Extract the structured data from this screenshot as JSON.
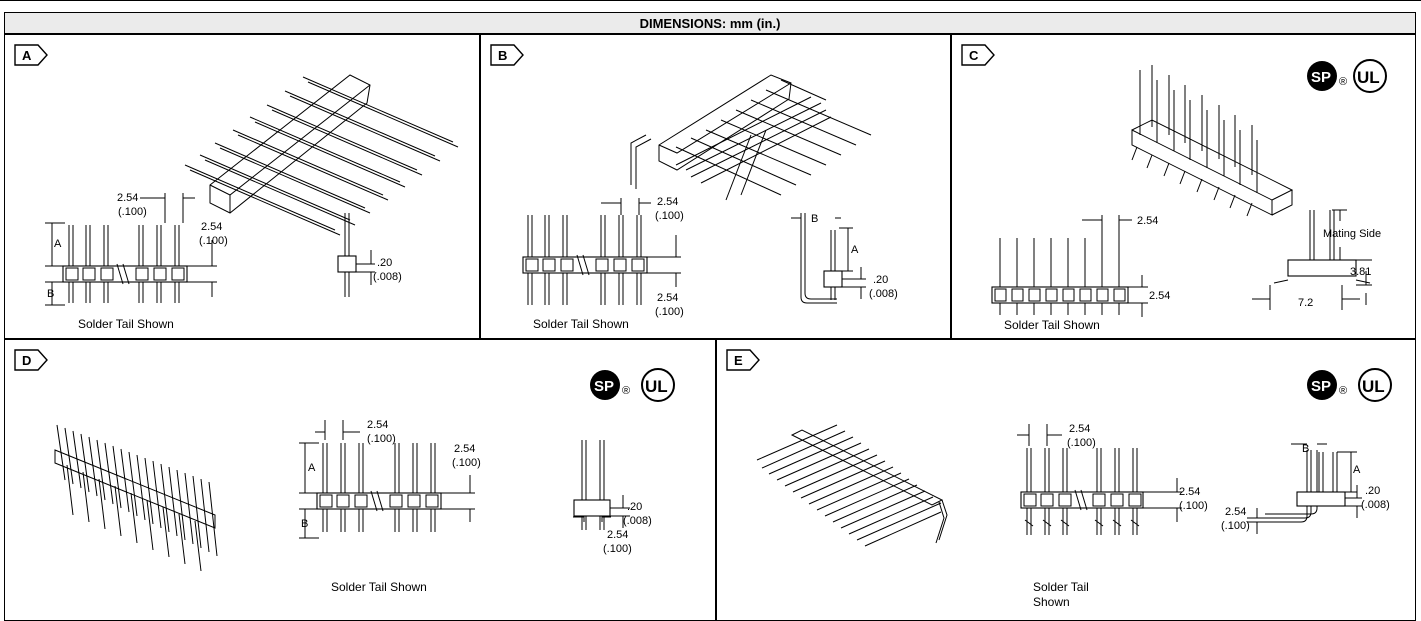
{
  "header": {
    "title": "DIMENSIONS: mm (in.)"
  },
  "panels": {
    "A": {
      "tag": "A",
      "caption": "Solder Tail Shown",
      "dim_pitch_mm": "2.54",
      "dim_pitch_in": "(.100)",
      "dim_height_mm": "2.54",
      "dim_height_in": "(.100)",
      "dim_a": "A",
      "dim_b": "B",
      "dim_side_mm": ".20",
      "dim_side_in": "(.008)"
    },
    "B": {
      "tag": "B",
      "caption": "Solder Tail Shown",
      "dim_pitch_mm": "2.54",
      "dim_pitch_in": "(.100)",
      "dim_height_mm": "2.54",
      "dim_height_in": "(.100)",
      "dim_a": "A",
      "dim_b": "B",
      "dim_side_mm": ".20",
      "dim_side_in": "(.008)"
    },
    "C": {
      "tag": "C",
      "caption": "Solder Tail Shown",
      "dim_pitch": "2.54",
      "dim_height": "2.54",
      "mating": "Mating Side",
      "dim_381": "3.81",
      "dim_72": "7.2",
      "csa": "SP",
      "ul": "UL",
      "reg": "®"
    },
    "D": {
      "tag": "D",
      "caption": "Solder Tail Shown",
      "dim_pitch_mm": "2.54",
      "dim_pitch_in": "(.100)",
      "dim_height_mm": "2.54",
      "dim_height_in": "(.100)",
      "dim_a": "A",
      "dim_b": "B",
      "dim_side_mm": ".20",
      "dim_side_in": "(.008)",
      "dim_row_mm": "2.54",
      "dim_row_in": "(.100)",
      "csa": "SP",
      "ul": "UL",
      "reg": "®"
    },
    "E": {
      "tag": "E",
      "caption_line1": "Solder Tail",
      "caption_line2": "Shown",
      "dim_pitch_mm": "2.54",
      "dim_pitch_in": "(.100)",
      "dim_height_mm": "2.54",
      "dim_height_in": "(.100)",
      "dim_a": "A",
      "dim_b": "B",
      "dim_side_mm": ".20",
      "dim_side_in": "(.008)",
      "dim_row_mm": "2.54",
      "dim_row_in": "(.100)",
      "csa": "SP",
      "ul": "UL",
      "reg": "®"
    }
  }
}
